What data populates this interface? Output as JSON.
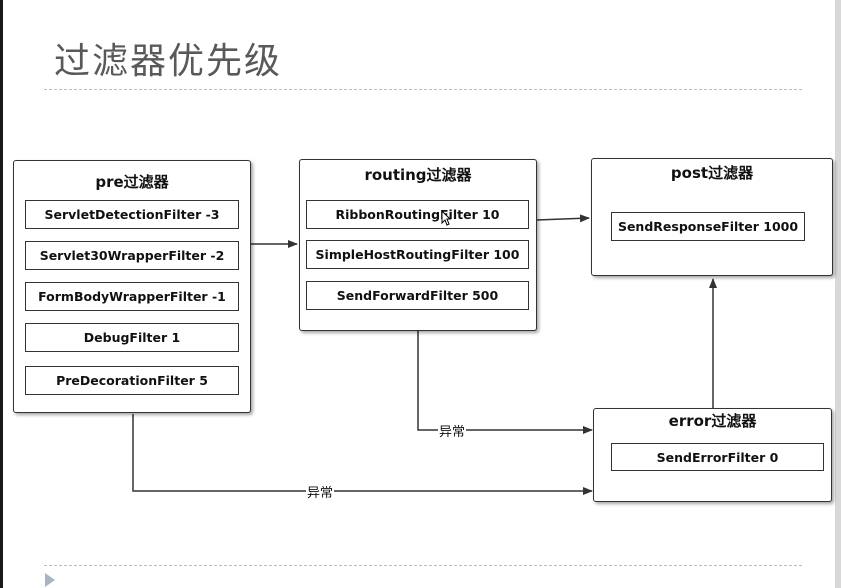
{
  "slide": {
    "title": "过滤器优先级"
  },
  "groups": {
    "pre": {
      "label": "pre过滤器",
      "filters": [
        "ServletDetectionFilter  -3",
        "Servlet30WrapperFilter  -2",
        "FormBodyWrapperFilter  -1",
        "DebugFilter  1",
        "PreDecorationFilter  5"
      ]
    },
    "routing": {
      "label": "routing过滤器",
      "filters": [
        "RibbonRoutingFilter  10",
        "SimpleHostRoutingFilter  100",
        "SendForwardFilter  500"
      ]
    },
    "post": {
      "label": "post过滤器",
      "filters": [
        "SendResponseFilter  1000"
      ]
    },
    "error": {
      "label": "error过滤器",
      "filters": [
        "SendErrorFilter  0"
      ]
    }
  },
  "edges": {
    "routing_to_error_label": "异常",
    "pre_to_error_label": "异常"
  },
  "colors": {
    "line": "#333333",
    "title": "#595959"
  }
}
